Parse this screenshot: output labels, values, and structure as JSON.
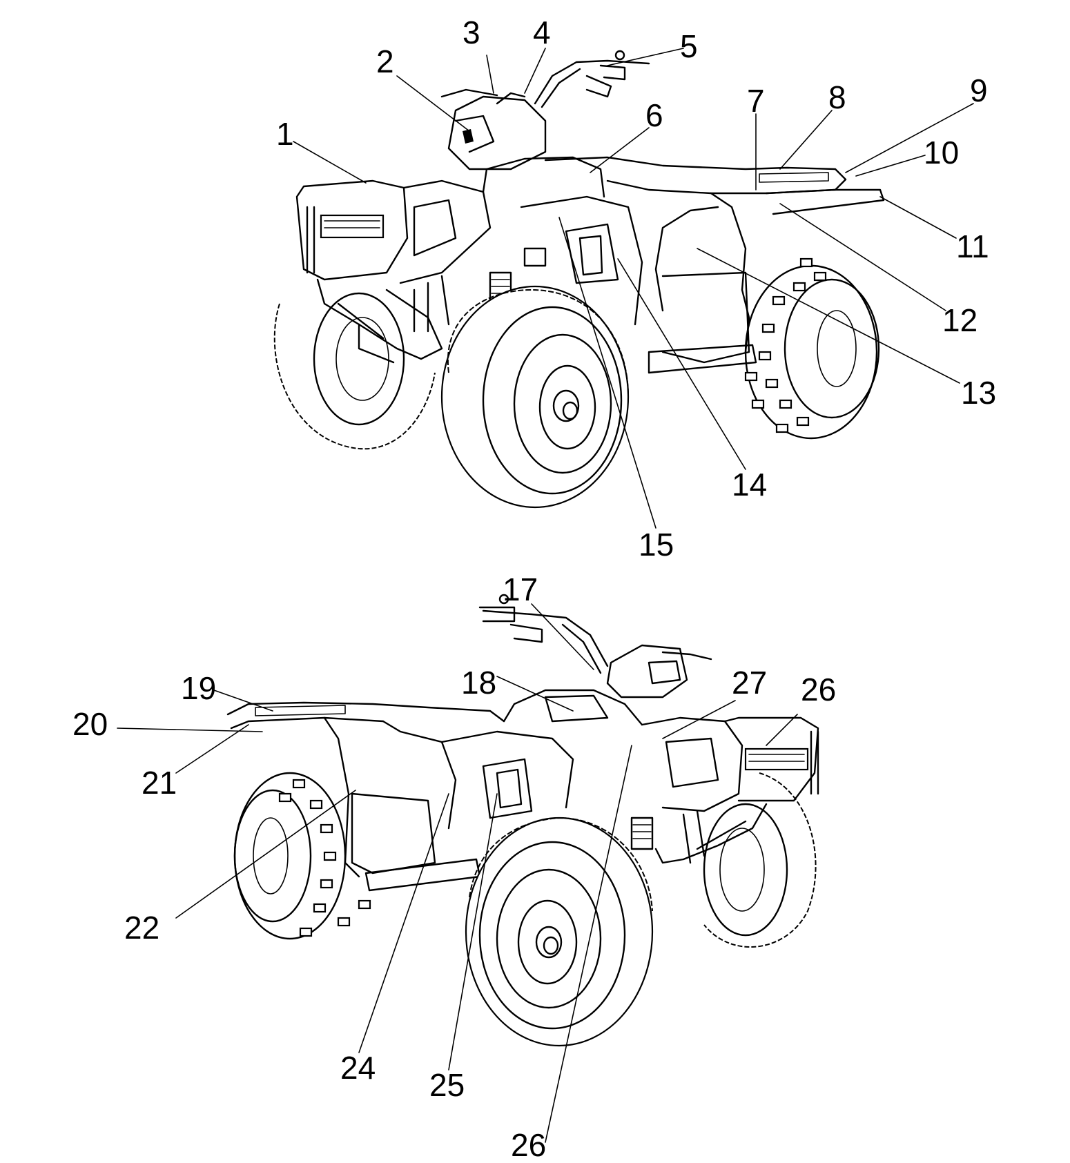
{
  "diagram": {
    "top_view_callouts": [
      "1",
      "2",
      "3",
      "4",
      "5",
      "6",
      "7",
      "8",
      "9",
      "10",
      "11",
      "12",
      "13",
      "14",
      "15"
    ],
    "bottom_view_callouts": [
      "17",
      "18",
      "19",
      "20",
      "21",
      "22",
      "24",
      "25",
      "26",
      "27",
      "26"
    ]
  }
}
